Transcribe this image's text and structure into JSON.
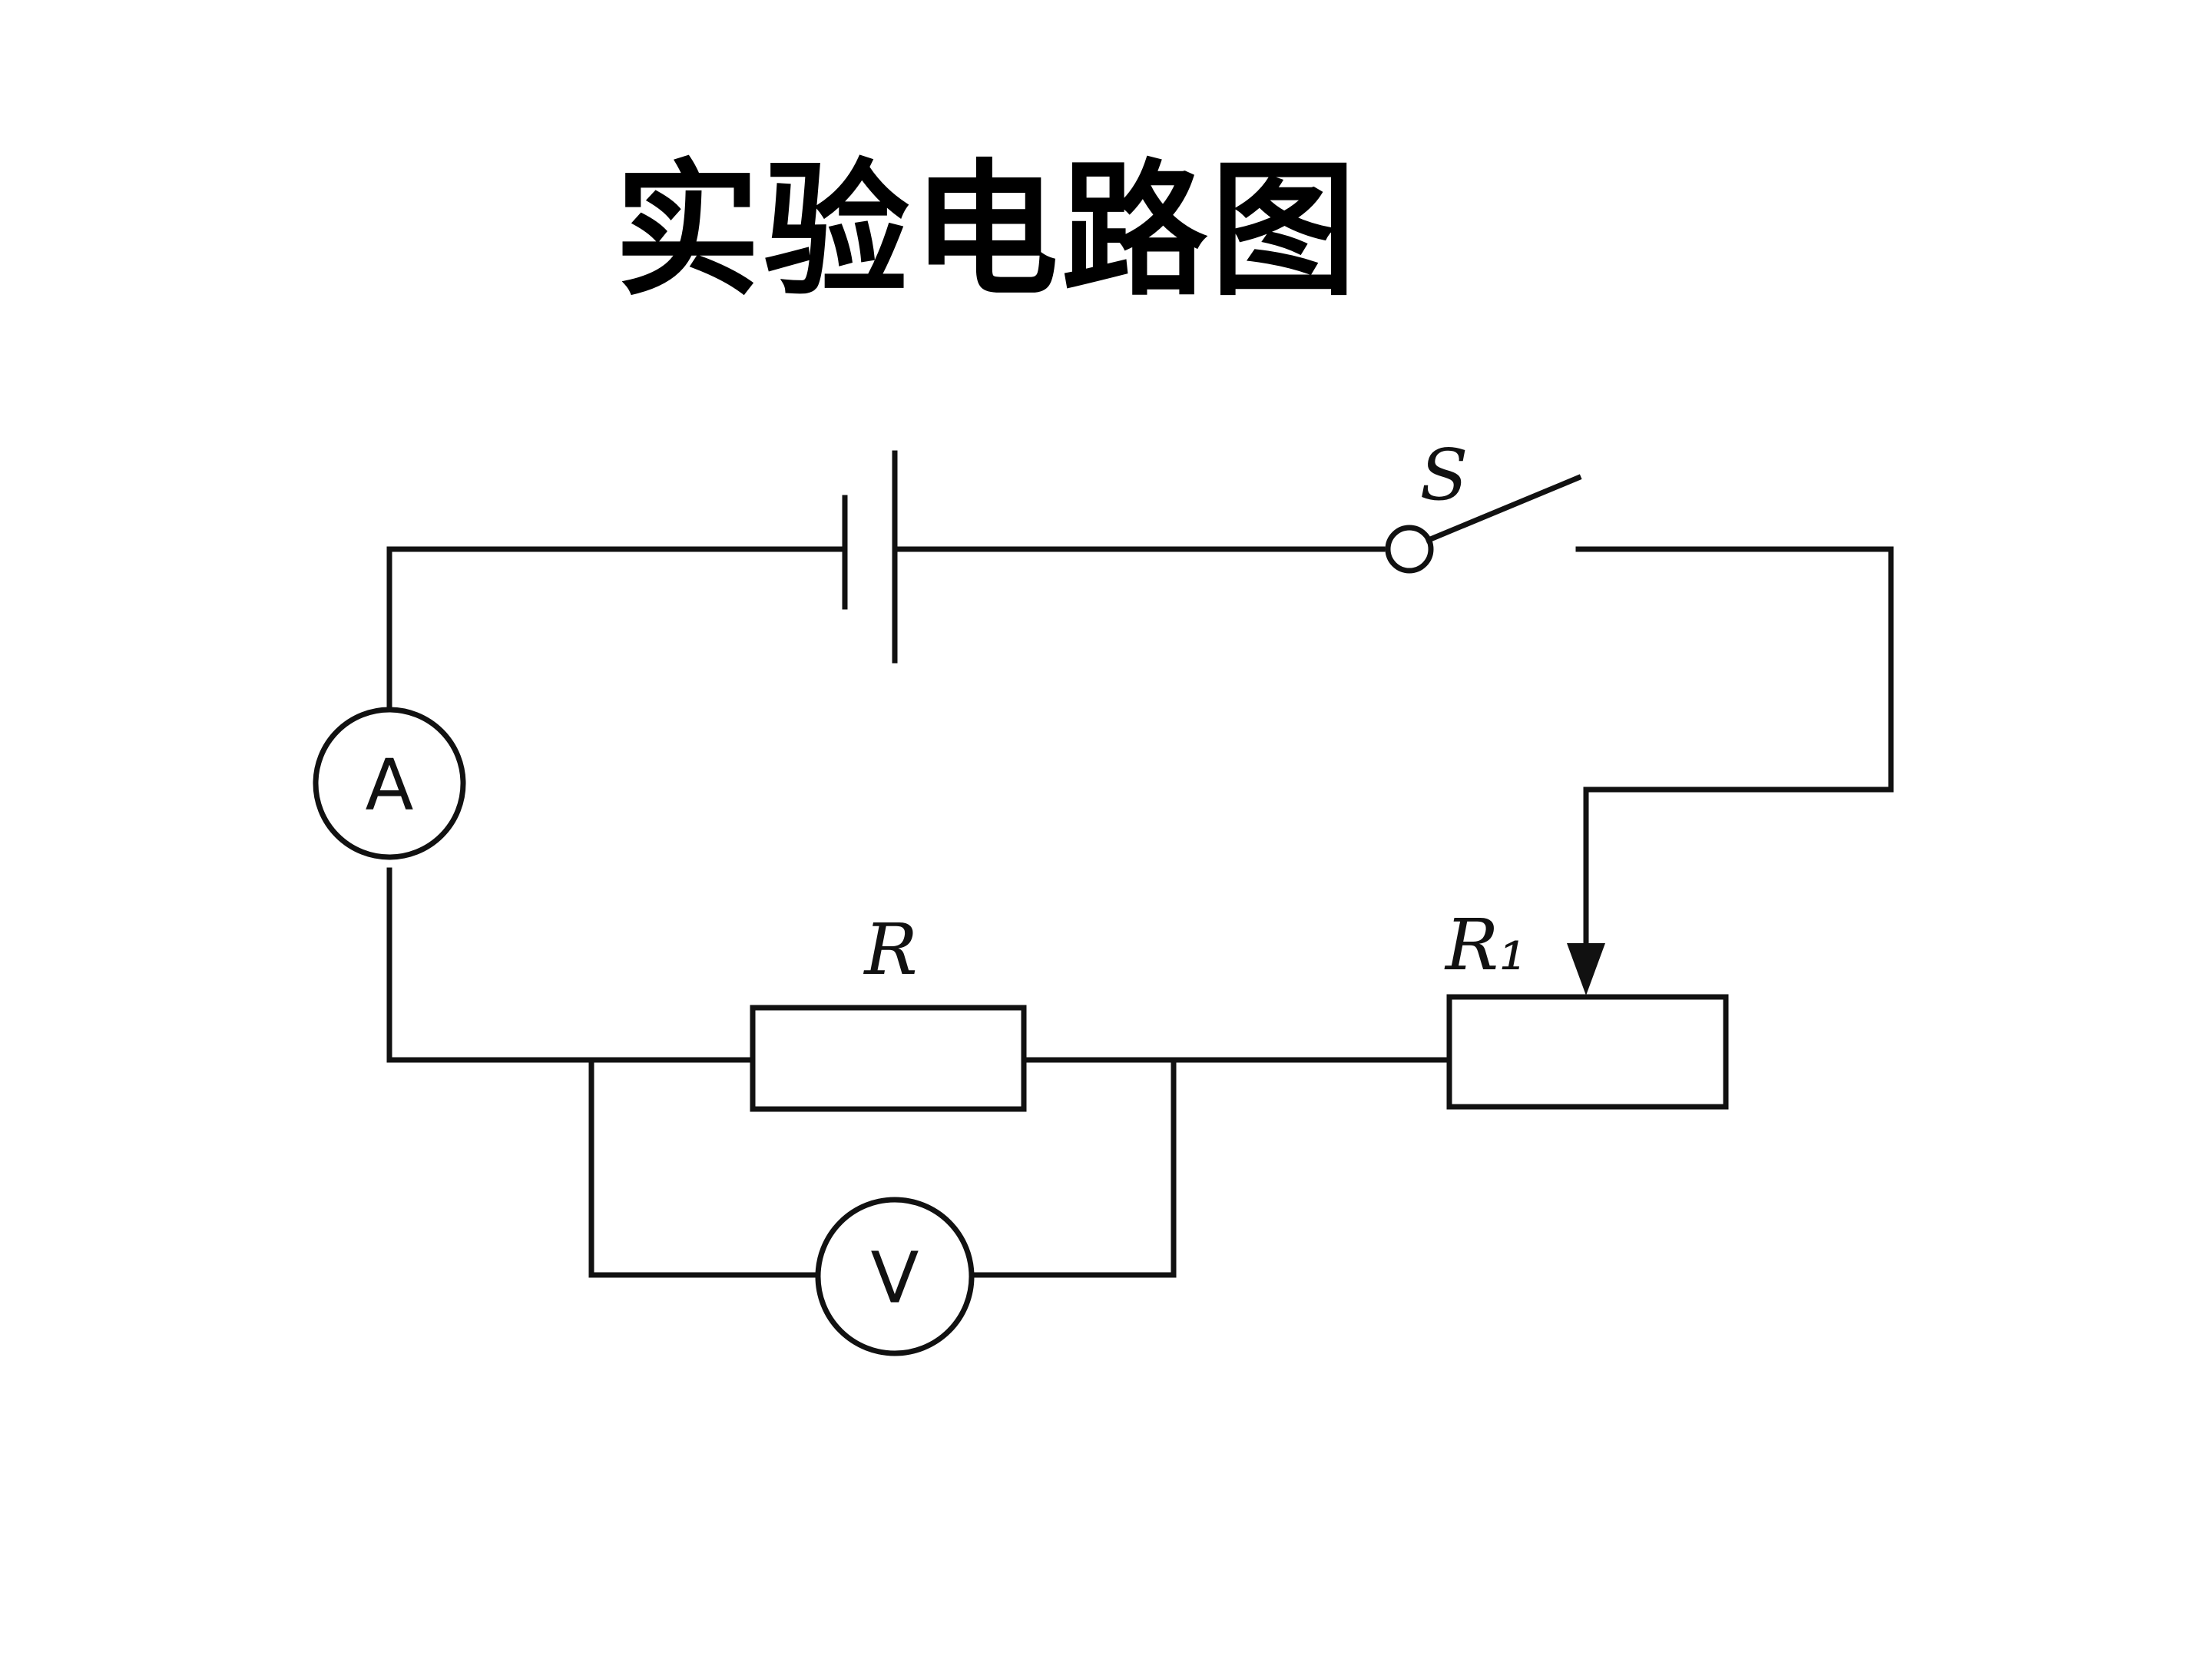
{
  "title": "实验电路图",
  "diagram": {
    "ammeter": {
      "symbol": "A"
    },
    "voltmeter": {
      "symbol": "V"
    },
    "switch": {
      "label": "S"
    },
    "resistor": {
      "label": "R"
    },
    "rheostat": {
      "label": "R₁"
    },
    "battery": {
      "label": ""
    }
  }
}
